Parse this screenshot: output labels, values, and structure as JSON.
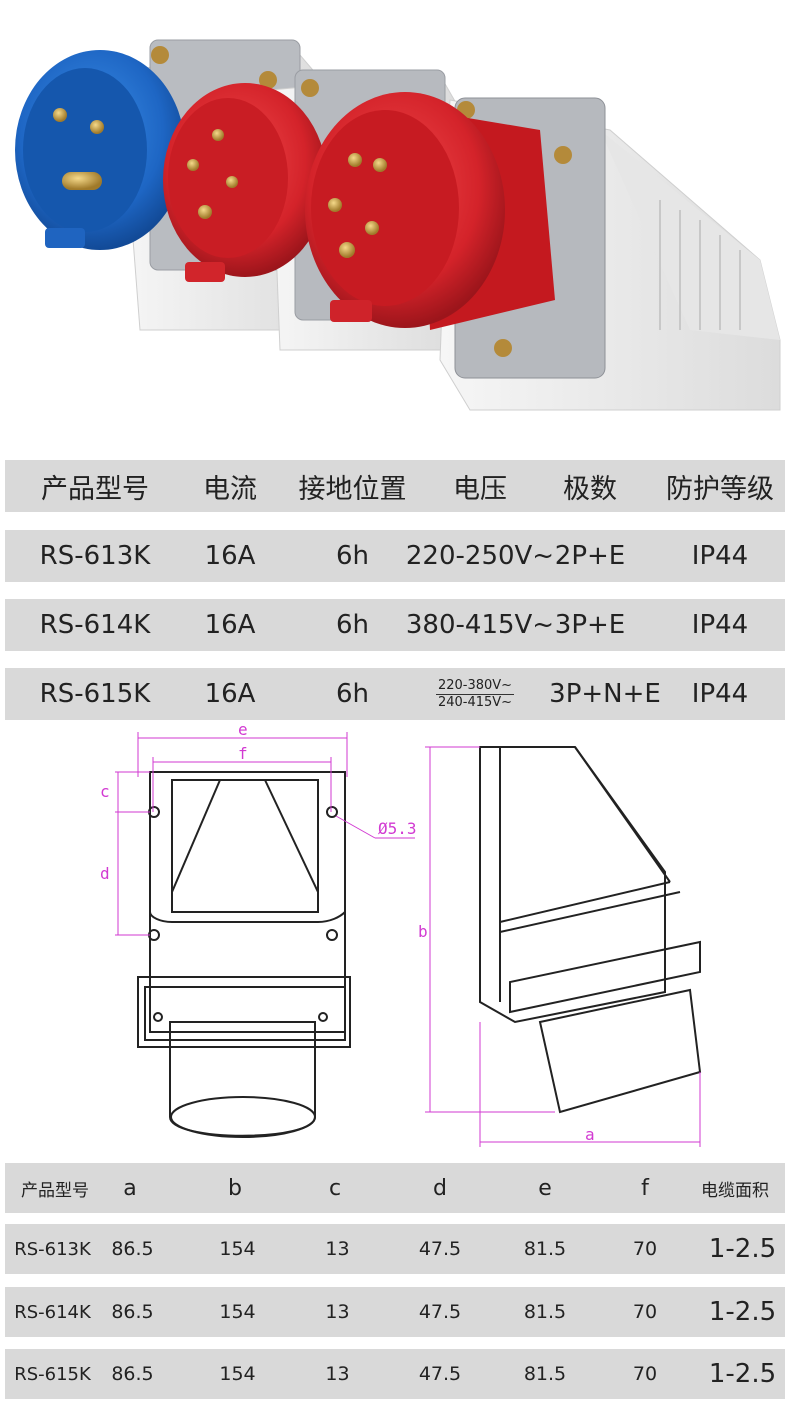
{
  "spec_table": {
    "headers": [
      "产品型号",
      "电流",
      "接地位置",
      "电压",
      "极数",
      "防护等级"
    ],
    "rows": [
      {
        "model": "RS-613K",
        "current": "16A",
        "ground": "6h",
        "voltage": "220-250V~",
        "poles": "2P+E",
        "ip": "IP44"
      },
      {
        "model": "RS-614K",
        "current": "16A",
        "ground": "6h",
        "voltage": "380-415V~",
        "poles": "3P+E",
        "ip": "IP44"
      },
      {
        "model": "RS-615K",
        "current": "16A",
        "ground": "6h",
        "voltage_top": "220-380V~",
        "voltage_bottom": "240-415V~",
        "poles": "3P+N+E",
        "ip": "IP44"
      }
    ]
  },
  "drawing": {
    "labels": {
      "e": "e",
      "f": "f",
      "c": "c",
      "d": "d",
      "b": "b",
      "a": "a",
      "hole": "Ø5.3"
    },
    "dimension_color": "#d23ad2"
  },
  "dim_table": {
    "headers": [
      "产品型号",
      "a",
      "b",
      "c",
      "d",
      "e",
      "f",
      "电缆面积"
    ],
    "rows": [
      {
        "model": "RS-613K",
        "a": "86.5",
        "b": "154",
        "c": "13",
        "d": "47.5",
        "e": "81.5",
        "f": "70",
        "cable": "1-2.5"
      },
      {
        "model": "RS-614K",
        "a": "86.5",
        "b": "154",
        "c": "13",
        "d": "47.5",
        "e": "81.5",
        "f": "70",
        "cable": "1-2.5"
      },
      {
        "model": "RS-615K",
        "a": "86.5",
        "b": "154",
        "c": "13",
        "d": "47.5",
        "e": "81.5",
        "f": "70",
        "cable": "1-2.5"
      }
    ]
  },
  "colors": {
    "row_bg": "#d9d9d9",
    "plug_blue": "#1e6fd0",
    "plug_red": "#d7262b",
    "housing": "#efefef"
  }
}
